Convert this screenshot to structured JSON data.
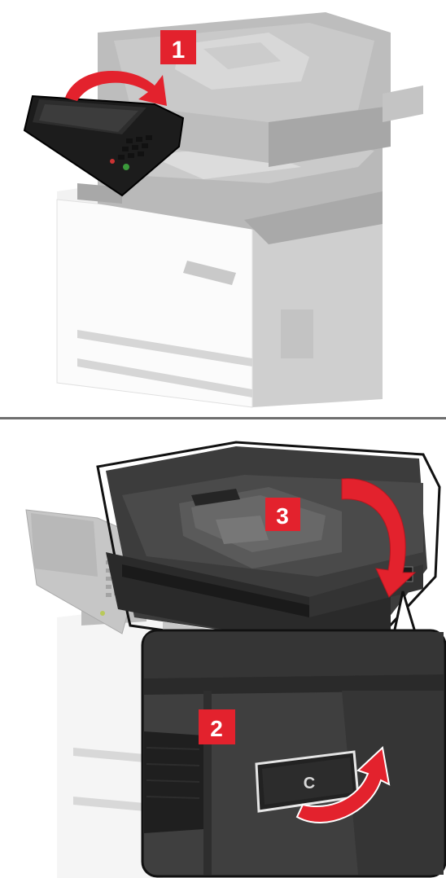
{
  "steps": [
    {
      "number": "1"
    },
    {
      "number": "2"
    },
    {
      "number": "3"
    }
  ],
  "latch_label": "C",
  "colors": {
    "step_badge": "#e3222d",
    "arrow": "#e3222d",
    "printer_faded": "#b4b4b4",
    "printer_dark": "#3a3a3a",
    "outline": "#111111"
  },
  "icons": [
    "curved-arrow-icon",
    "rotate-arrow-icon"
  ]
}
